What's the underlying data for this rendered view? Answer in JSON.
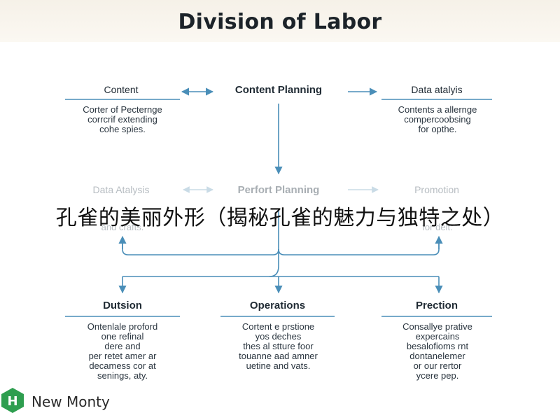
{
  "title": "Division of Labor",
  "top_row": {
    "left": {
      "title": "Content",
      "desc": [
        "Corter of Pecternge",
        "corrcrif extending",
        "cohe spies."
      ]
    },
    "center": {
      "title": "Content Planning"
    },
    "right": {
      "title": "Data atalyis",
      "desc": [
        "Contents a allernge",
        "compercoobsing",
        "for opthe."
      ]
    }
  },
  "middle_row": {
    "left": {
      "title": "Data Atalysis",
      "desc": [
        "and crafts."
      ]
    },
    "center": {
      "title": "Perfort Planning"
    },
    "right": {
      "title": "Promotion",
      "desc": [
        "for delt."
      ]
    }
  },
  "bottom_row": {
    "left": {
      "title": "Dutsion",
      "desc": [
        "Ontenlale proford",
        "one refinal",
        "dere and",
        "per retet amer ar",
        "decamess cor at",
        "senings, aty."
      ]
    },
    "center": {
      "title": "Operations",
      "desc": [
        "Cortent e prstione",
        "yos deches",
        "thes al stture foor",
        "touanne aad amner",
        "uetine and vats."
      ]
    },
    "right": {
      "title": "Prection",
      "desc": [
        "Consallye prative",
        "expercains",
        "besalofioms rnt",
        "dontanelemer",
        "or our rertor",
        "ycere pep."
      ]
    }
  },
  "overlay_caption": "孔雀的美丽外形（揭秘孔雀的魅力与独特之处）",
  "brand": {
    "name": "New Monty",
    "logo_letter": "H",
    "logo_color": "#2e9e4f"
  },
  "colors": {
    "connector": "#4a8eb8",
    "title_band": "#f6f1e8"
  }
}
